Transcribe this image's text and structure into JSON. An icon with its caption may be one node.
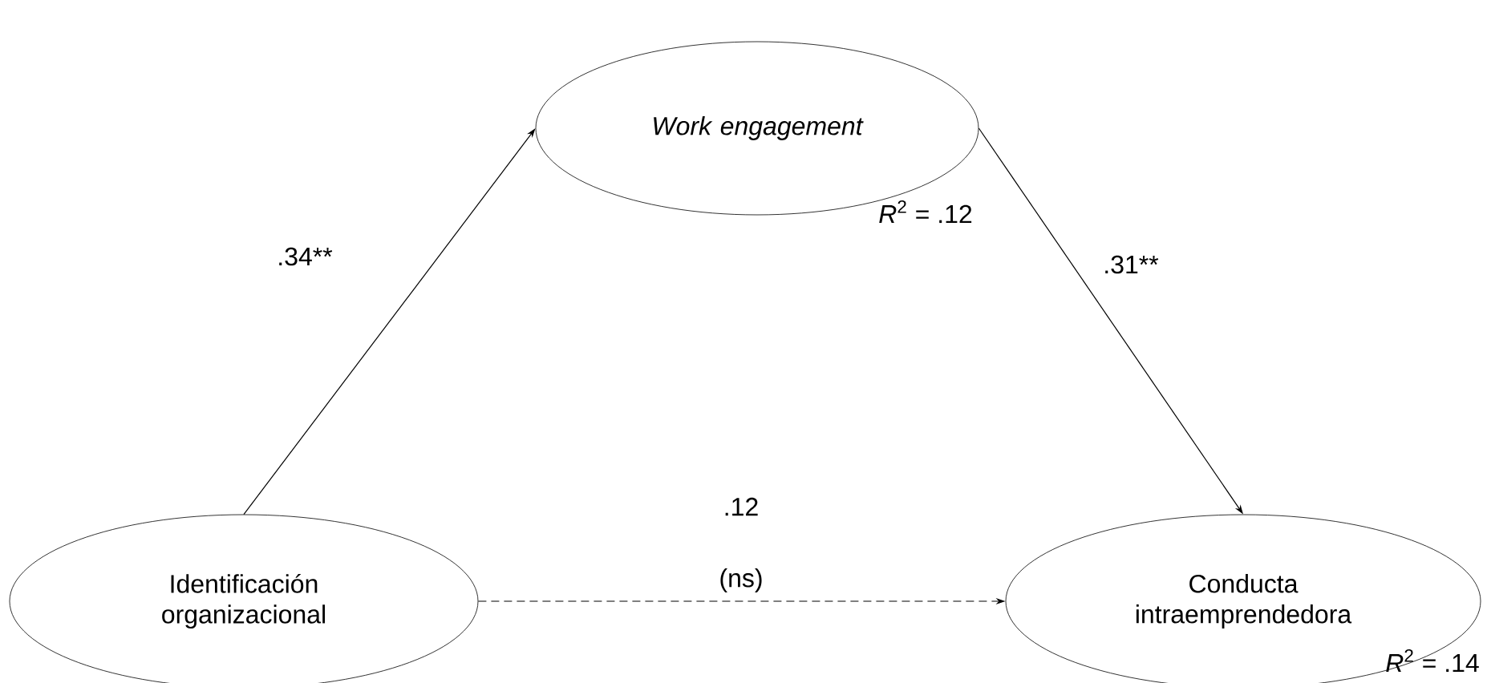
{
  "diagram": {
    "nodes": [
      {
        "text": [
          "Work engagement"
        ],
        "beside": [
          "*R*$^{2}$ = .12"
        ]
      },
      {
        "text": [
          "Identificación organizacional"
        ]
      },
      {
        "text": [
          "Conducta intraemprendedora"
        ],
        "beside": [
          "*R*$^{2}$ = .14"
        ]
      }
    ],
    "edges": [
      {
        "from": 1,
        "to": 0,
        "arrow": "to",
        "label": ".34**"
      },
      {
        "from": 0,
        "to": 2,
        "arrow": "to",
        "label": ".31**"
      },
      {
        "from": 1,
        "to": 2,
        "arrow": "to",
        "label": ".12",
        "style": "dashed"
      }
    ],
    "labels": [
      "(ns)"
    ]
  }
}
